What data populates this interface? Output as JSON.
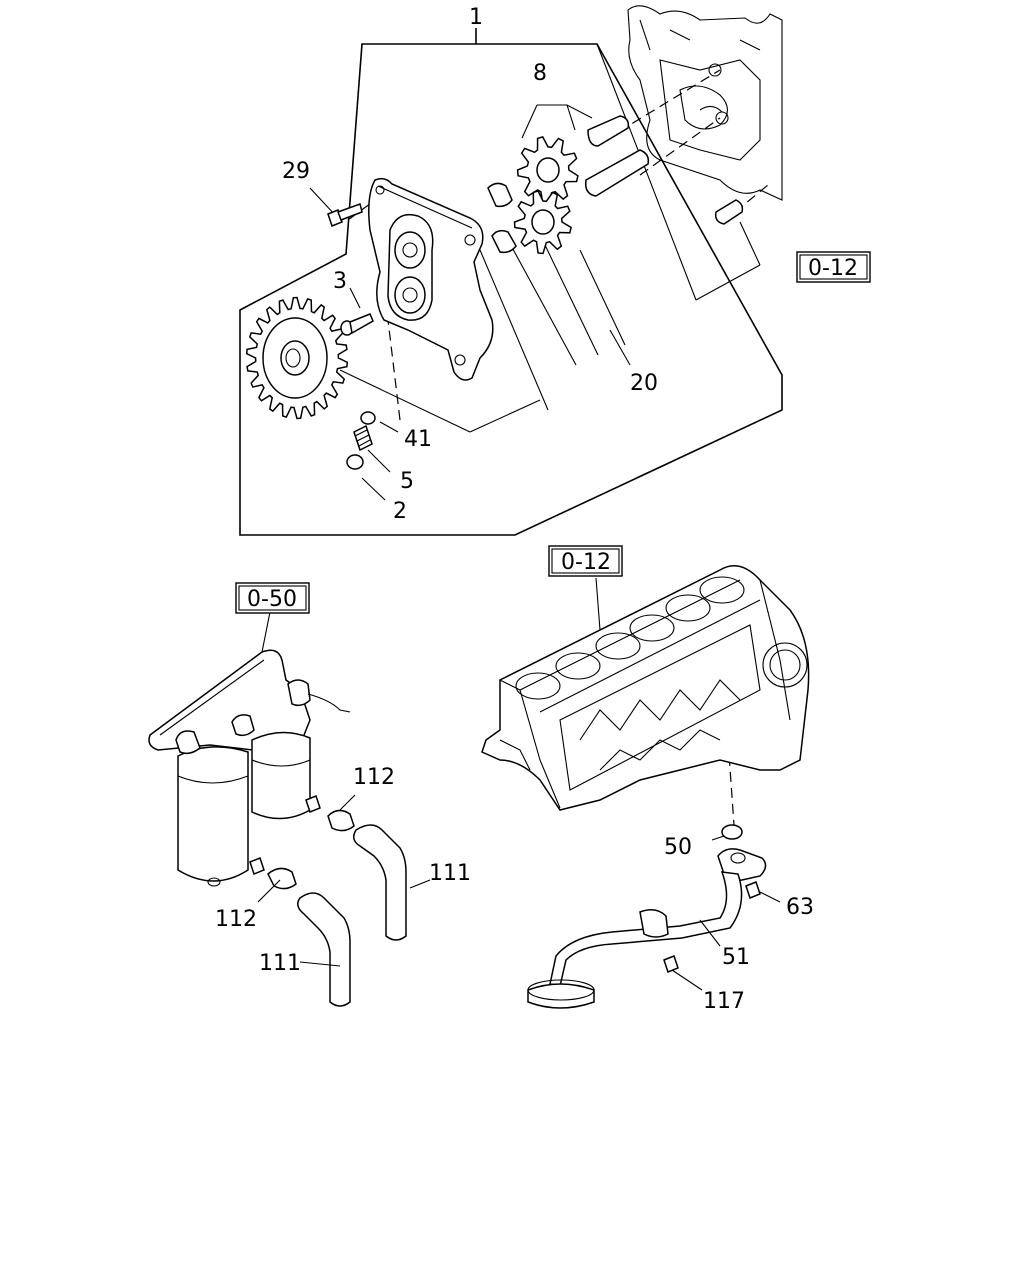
{
  "callouts": {
    "c1": "1",
    "c8": "8",
    "c29": "29",
    "c3": "3",
    "c20": "20",
    "c41": "41",
    "c5": "5",
    "c2": "2",
    "c112a": "112",
    "c112b": "112",
    "c111a": "111",
    "c111b": "111",
    "c50": "50",
    "c63": "63",
    "c51": "51",
    "c117": "117"
  },
  "references": {
    "ref_top": "0-12",
    "ref_block": "0-12",
    "ref_filter": "0-50"
  }
}
